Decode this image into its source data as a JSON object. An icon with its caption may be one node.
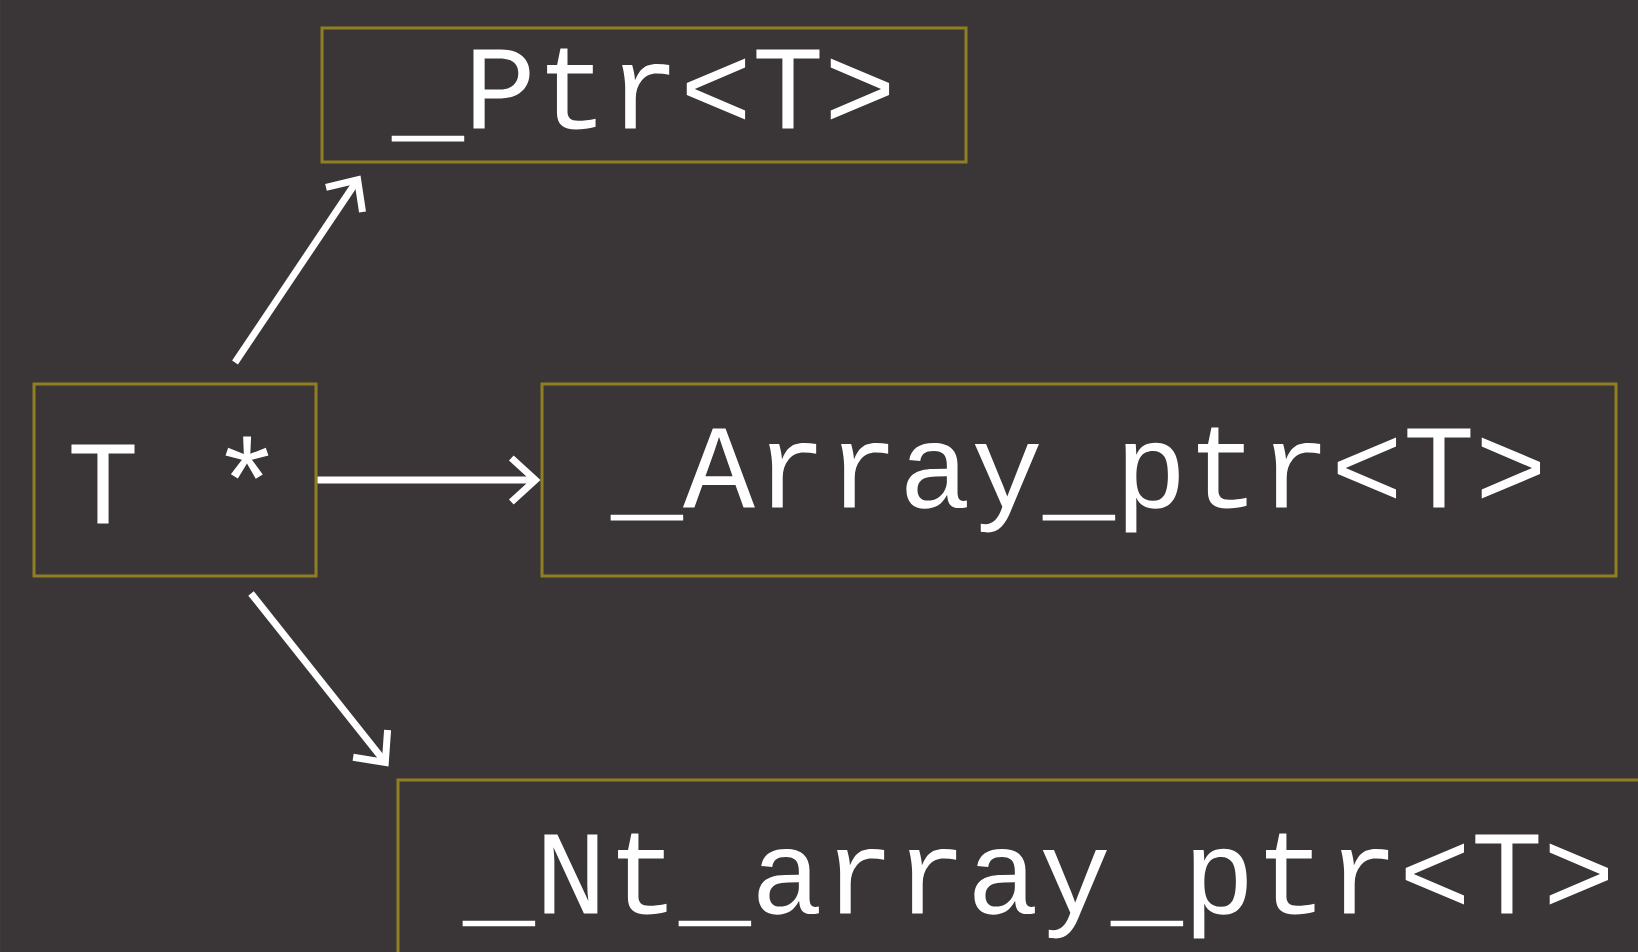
{
  "diagram": {
    "nodes": [
      {
        "text": [
          "T *"
        ]
      },
      {
        "text": [
          "_Ptr<T>"
        ]
      },
      {
        "text": [
          "_Array_ptr<T>"
        ]
      },
      {
        "text": [
          "_Nt_array_ptr<T>"
        ]
      }
    ],
    "edges": [
      {
        "from": 0,
        "to": 1,
        "arrow": "to"
      },
      {
        "from": 0,
        "to": 2,
        "arrow": "to"
      },
      {
        "from": 0,
        "to": 3,
        "arrow": "to"
      }
    ]
  }
}
